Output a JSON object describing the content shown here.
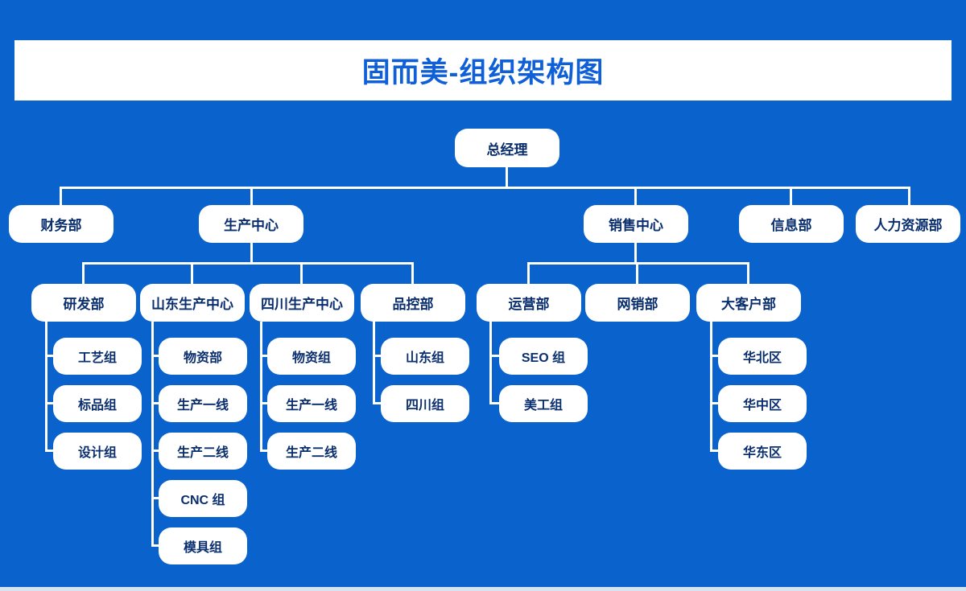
{
  "title": {
    "text": "固而美-组织架构图"
  },
  "colors": {
    "background": "#0A62CD",
    "panel": "#FFFFFF",
    "title_text": "#0E5FD8",
    "node_text": "#0A2E6E",
    "connector": "#FFFFFF",
    "footer_strip": "#D9E4F2"
  },
  "nodes": {
    "general_manager": {
      "label": "总经理"
    },
    "finance_dept": {
      "label": "财务部"
    },
    "production_center": {
      "label": "生产中心"
    },
    "sales_center": {
      "label": "销售中心"
    },
    "information_dept": {
      "label": "信息部"
    },
    "hr_dept": {
      "label": "人力资源部"
    },
    "rnd_dept": {
      "label": "研发部"
    },
    "shandong_center": {
      "label": "山东生产中心"
    },
    "sichuan_center": {
      "label": "四川生产中心"
    },
    "qc_dept": {
      "label": "品控部"
    },
    "operations_dept": {
      "label": "运营部"
    },
    "online_sales_dept": {
      "label": "网销部"
    },
    "key_account_dept": {
      "label": "大客户部"
    },
    "craft_group": {
      "label": "工艺组"
    },
    "standard_group": {
      "label": "标品组"
    },
    "design_group": {
      "label": "设计组"
    },
    "materials_dept": {
      "label": "物资部"
    },
    "sd_line1": {
      "label": "生产一线"
    },
    "sd_line2": {
      "label": "生产二线"
    },
    "cnc_group": {
      "label": "CNC 组"
    },
    "mold_group": {
      "label": "模具组"
    },
    "materials_group": {
      "label": "物资组"
    },
    "sc_line1": {
      "label": "生产一线"
    },
    "sc_line2": {
      "label": "生产二线"
    },
    "shandong_group": {
      "label": "山东组"
    },
    "sichuan_group": {
      "label": "四川组"
    },
    "seo_group": {
      "label": "SEO 组"
    },
    "art_group": {
      "label": "美工组"
    },
    "north_region": {
      "label": "华北区"
    },
    "central_region": {
      "label": "华中区"
    },
    "east_region": {
      "label": "华东区"
    }
  },
  "hierarchy": {
    "总经理": [
      "财务部",
      "生产中心",
      "销售中心",
      "信息部",
      "人力资源部"
    ],
    "生产中心": [
      "研发部",
      "山东生产中心",
      "四川生产中心",
      "品控部"
    ],
    "销售中心": [
      "运营部",
      "网销部",
      "大客户部"
    ],
    "研发部": [
      "工艺组",
      "标品组",
      "设计组"
    ],
    "山东生产中心": [
      "物资部",
      "生产一线",
      "生产二线",
      "CNC 组",
      "模具组"
    ],
    "四川生产中心": [
      "物资组",
      "生产一线",
      "生产二线"
    ],
    "品控部": [
      "山东组",
      "四川组"
    ],
    "运营部": [
      "SEO 组",
      "美工组"
    ],
    "大客户部": [
      "华北区",
      "华中区",
      "华东区"
    ]
  }
}
